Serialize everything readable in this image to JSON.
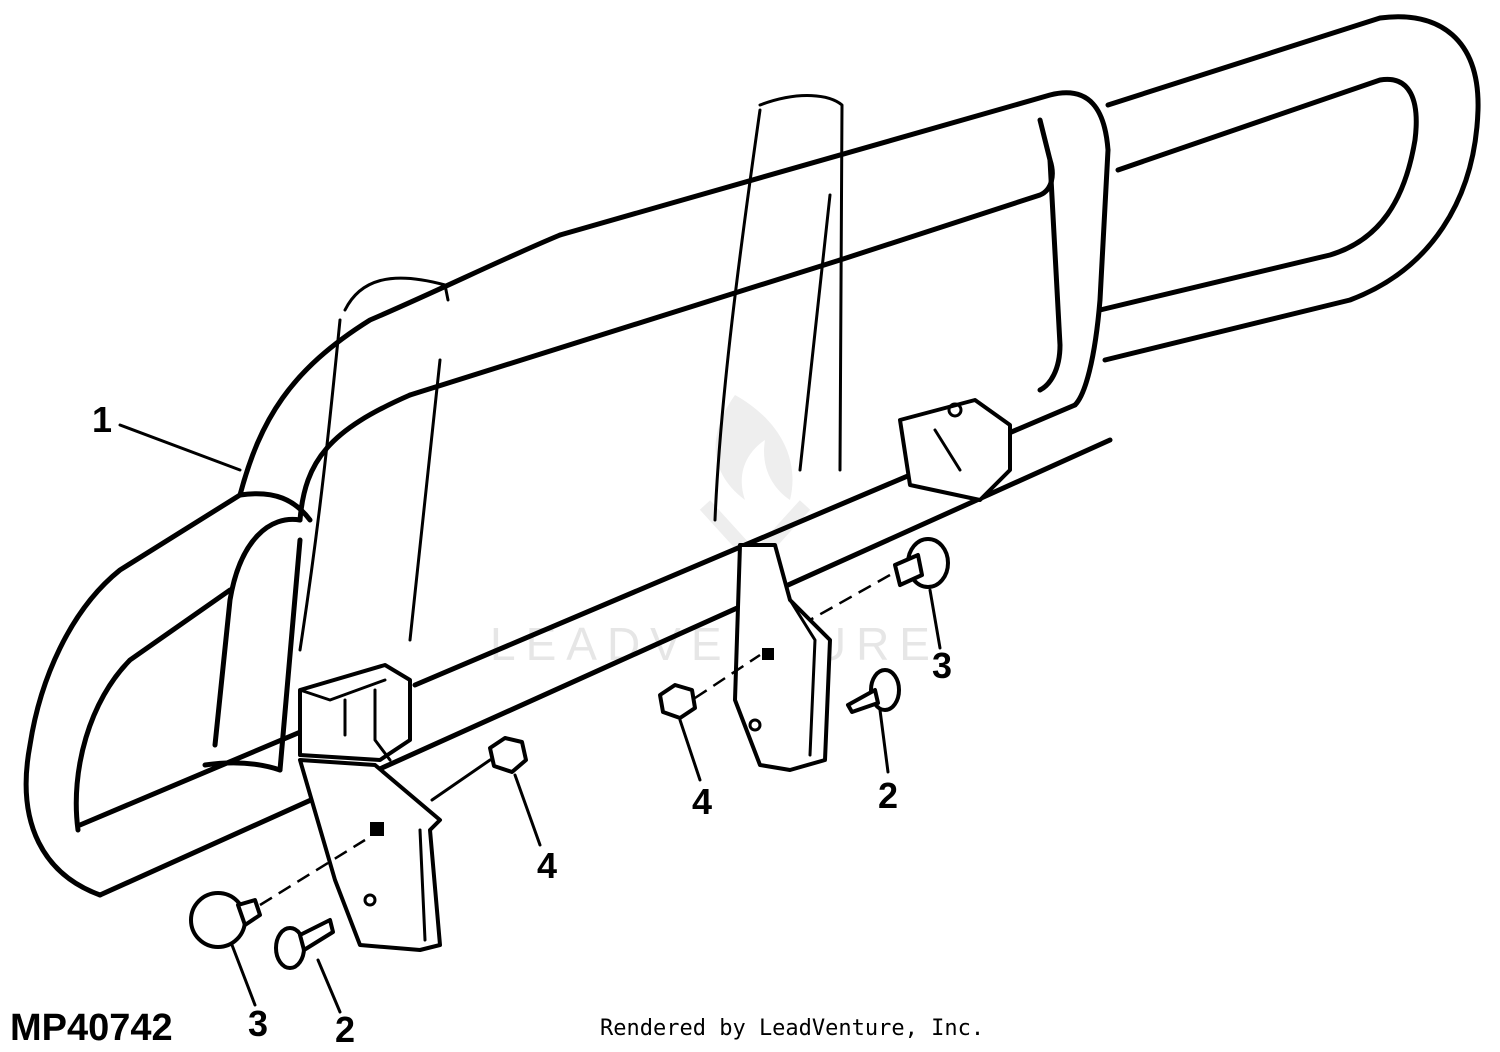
{
  "diagram_code": "MP40742",
  "credit": "Rendered by LeadVenture, Inc.",
  "watermark": "LEADVENTURE",
  "callouts": [
    {
      "id": "c1",
      "label": "1"
    },
    {
      "id": "c2a",
      "label": "2"
    },
    {
      "id": "c2b",
      "label": "2"
    },
    {
      "id": "c3a",
      "label": "3"
    },
    {
      "id": "c3b",
      "label": "3"
    },
    {
      "id": "c4a",
      "label": "4"
    },
    {
      "id": "c4b",
      "label": "4"
    }
  ]
}
